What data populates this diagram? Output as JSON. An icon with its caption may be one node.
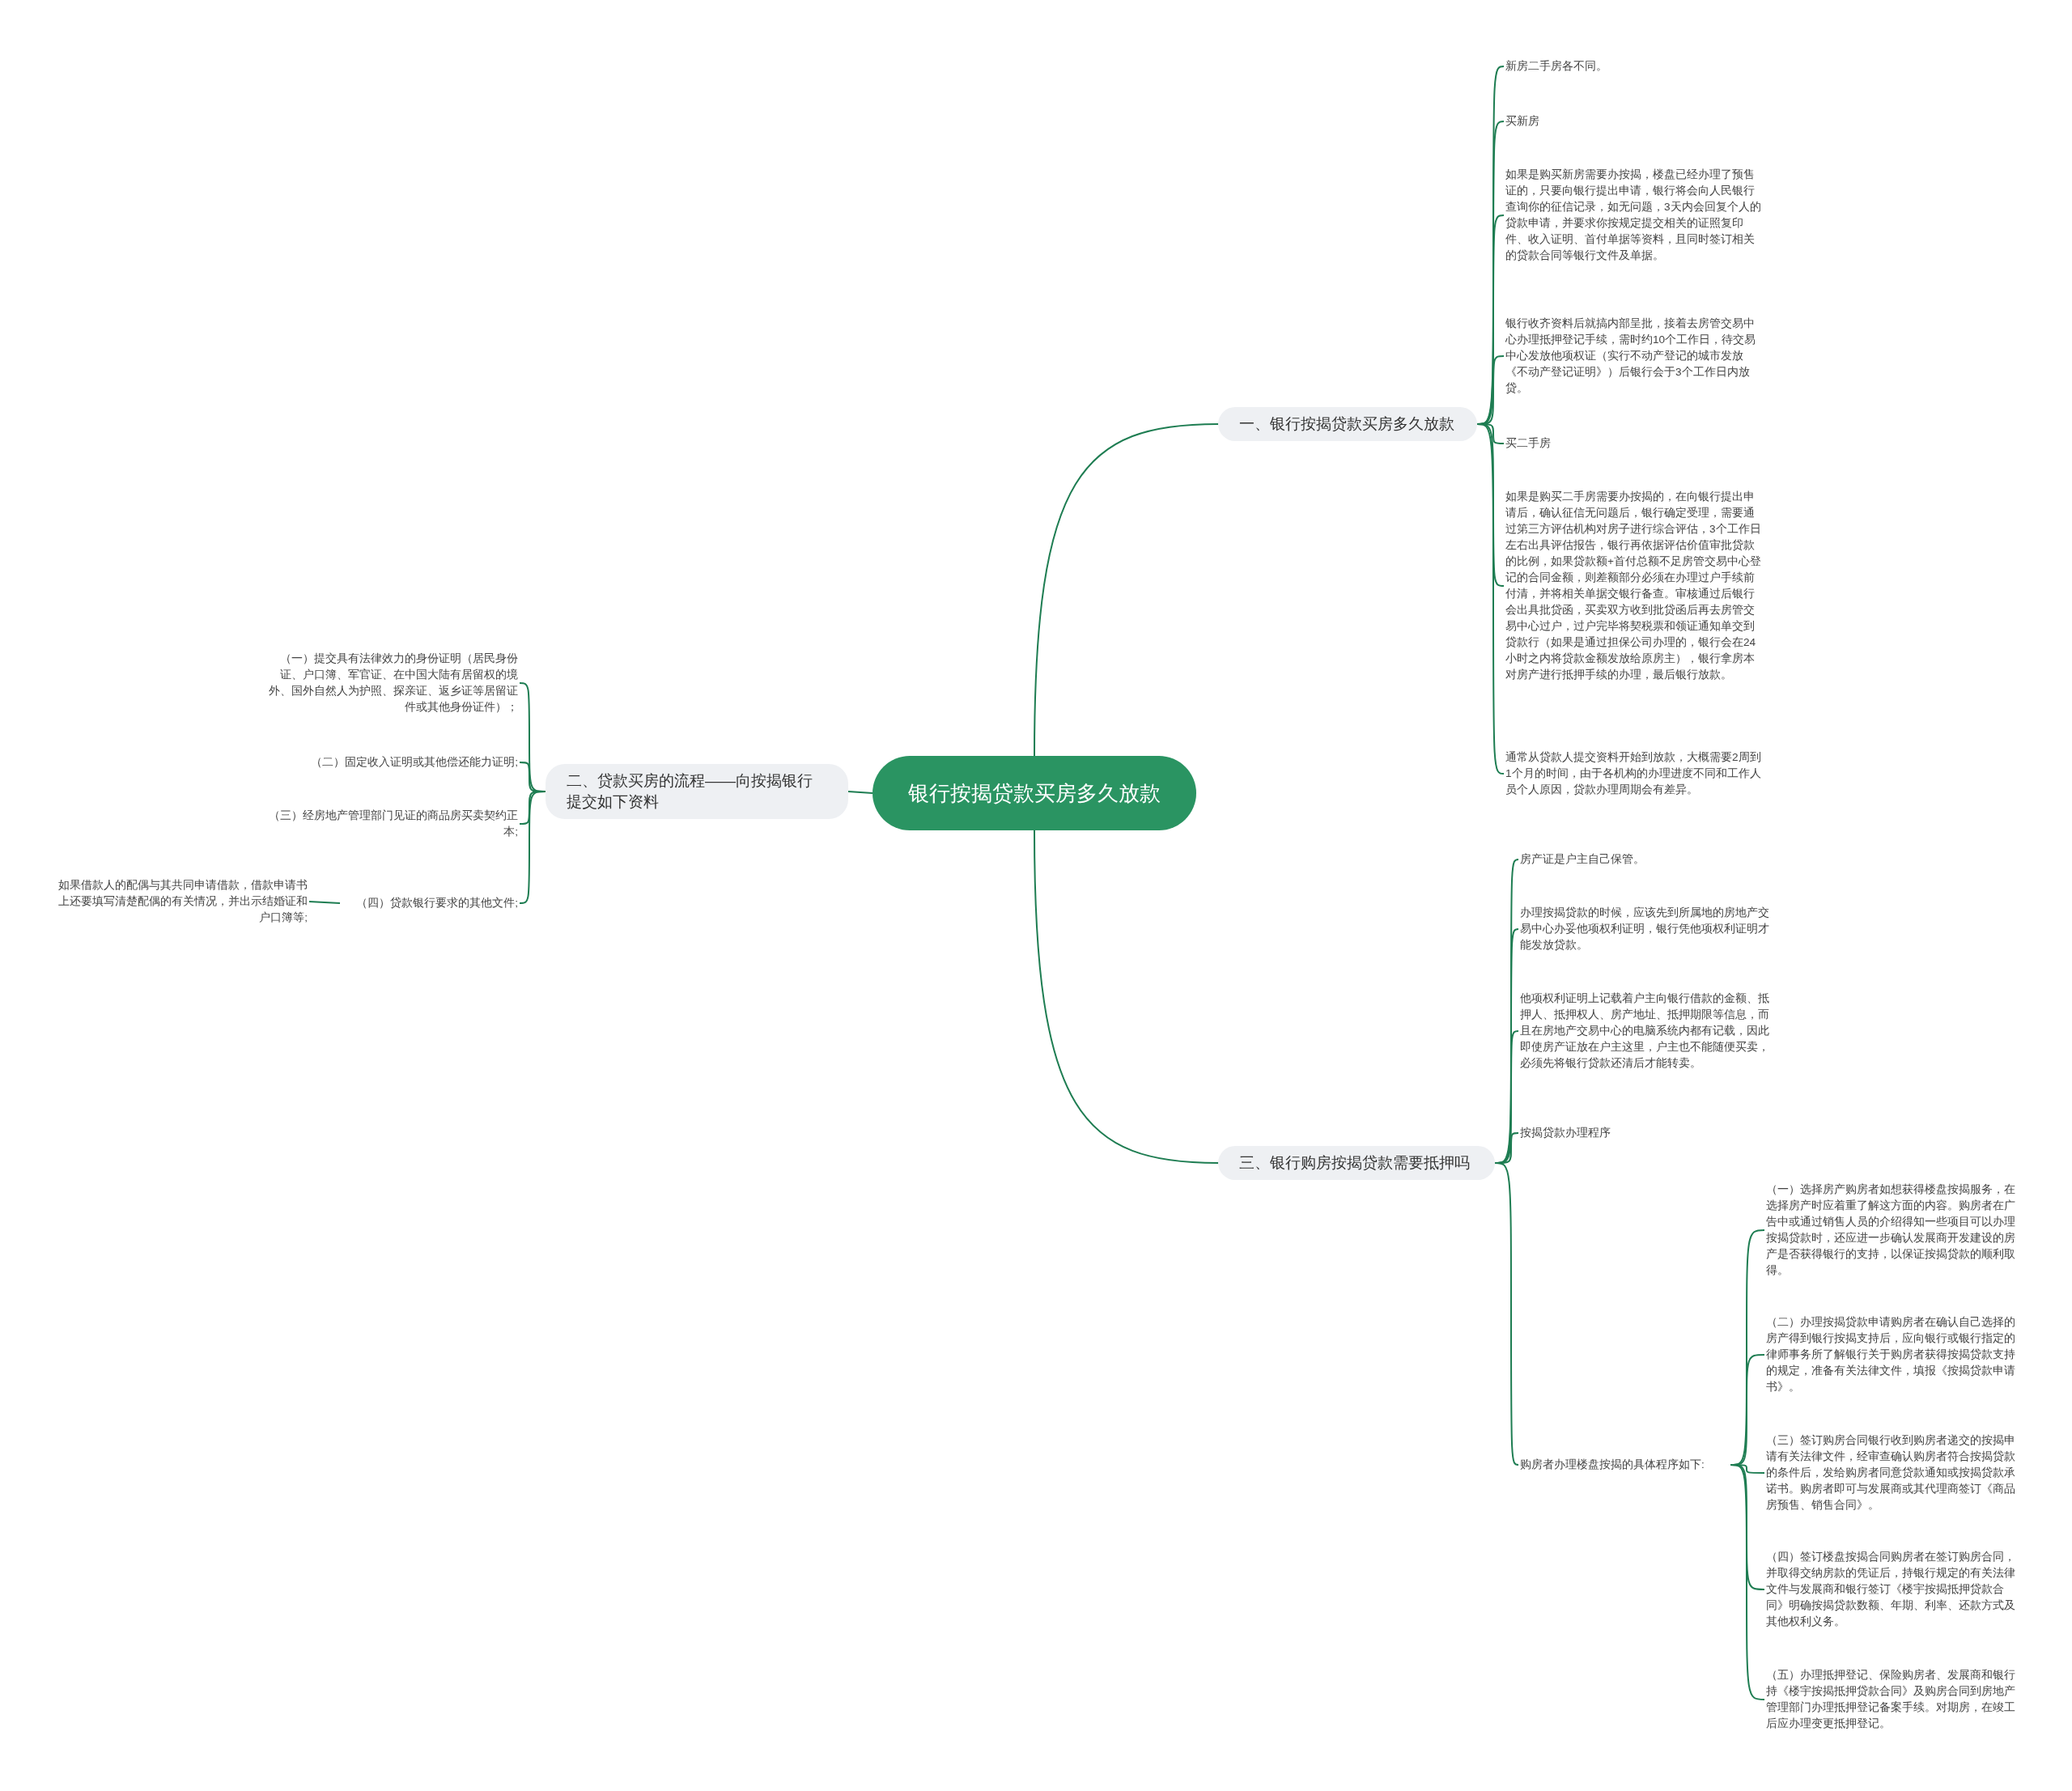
{
  "diagram": {
    "nodes": [
      {
        "text": [
          "银行按揭贷款买房多久放款"
        ]
      },
      {
        "text": [
          "一、银行按揭贷款买房多久放款"
        ]
      },
      {
        "text": [
          "新房二手房各不同。"
        ]
      },
      {
        "text": [
          "买新房"
        ]
      },
      {
        "text": [
          "如果是购买新房需要办按揭，楼盘已经办理了预售证的，只要向银行提出申请，银行将会向人民银行查询你的征信记录，如无问题，3天内会回复个人的贷款申请，并要求你按规定提交相关的证照复印件、收入证明、首付单据等资料，且同时签订相关的贷款合同等银行文件及单据。"
        ]
      },
      {
        "text": [
          "银行收齐资料后就搞内部呈批，接着去房管交易中心办理抵押登记手续，需时约10个工作日，待交易中心发放他项权证（实行不动产登记的城市发放《不动产登记证明》）后银行会于3个工作日内放贷。"
        ]
      },
      {
        "text": [
          "买二手房"
        ]
      },
      {
        "text": [
          "如果是购买二手房需要办按揭的，在向银行提出申请后，确认征信无问题后，银行确定受理，需要通过第三方评估机构对房子进行综合评估，3个工作日左右出具评估报告，银行再依据评估价值审批贷款的比例，如果贷款额+首付总额不足房管交易中心登记的合同金额，则差额部分必须在办理过户手续前付清，并将相关单据交银行备查。审核通过后银行会出具批贷函，买卖双方收到批贷函后再去房管交易中心过户，过户完毕将契税票和领证通知单交到贷款行（如果是通过担保公司办理的，银行会在24小时之内将贷款金额发放给原房主），银行拿房本对房产进行抵押手续的办理，最后银行放款。"
        ]
      },
      {
        "text": [
          "通常从贷款人提交资料开始到放款，大概需要2周到1个月的时间，由于各机构的办理进度不同和工作人员个人原因，贷款办理周期会有差异。"
        ]
      },
      {
        "text": [
          "二、贷款买房的流程——向按揭银行提交如下资料"
        ]
      },
      {
        "text": [
          "（一）提交具有法律效力的身份证明（居民身份证、户口簿、军官证、在中国大陆有居留权的境外、国外自然人为护照、探亲证、返乡证等居留证件或其他身份证件）；"
        ]
      },
      {
        "text": [
          "（二）固定收入证明或其他偿还能力证明;"
        ]
      },
      {
        "text": [
          "（三）经房地产管理部门见证的商品房买卖契约正本;"
        ]
      },
      {
        "text": [
          "（四）贷款银行要求的其他文件;"
        ]
      },
      {
        "text": [
          "如果借款人的配偶与其共同申请借款，借款申请书上还要填写清楚配偶的有关情况，并出示结婚证和户口簿等;"
        ]
      },
      {
        "text": [
          "三、银行购房按揭贷款需要抵押吗"
        ]
      },
      {
        "text": [
          "房产证是户主自己保管。"
        ]
      },
      {
        "text": [
          "办理按揭贷款的时候，应该先到所属地的房地产交易中心办妥他项权利证明，银行凭他项权利证明才能发放贷款。"
        ]
      },
      {
        "text": [
          "他项权利证明上记载着户主向银行借款的金额、抵押人、抵押权人、房产地址、抵押期限等信息，而且在房地产交易中心的电脑系统内都有记载，因此即使房产证放在户主这里，户主也不能随便买卖，必须先将银行贷款还清后才能转卖。"
        ]
      },
      {
        "text": [
          "按揭贷款办理程序"
        ]
      },
      {
        "text": [
          "购房者办理楼盘按揭的具体程序如下:"
        ]
      },
      {
        "text": [
          "（一）选择房产购房者如想获得楼盘按揭服务，在选择房产时应着重了解这方面的内容。购房者在广告中或通过销售人员的介绍得知一些项目可以办理按揭贷款时，还应进一步确认发展商开发建设的房产是否获得银行的支持，以保证按揭贷款的顺利取得。"
        ]
      },
      {
        "text": [
          "（二）办理按揭贷款申请购房者在确认自己选择的房产得到银行按揭支持后，应向银行或银行指定的律师事务所了解银行关于购房者获得按揭贷款支持的规定，准备有关法律文件，填报《按揭贷款申请书》。"
        ]
      },
      {
        "text": [
          "（三）签订购房合同银行收到购房者递交的按揭申请有关法律文件，经审查确认购房者符合按揭贷款的条件后，发给购房者同意贷款通知或按揭贷款承诺书。购房者即可与发展商或其代理商签订《商品房预售、销售合同》。"
        ]
      },
      {
        "text": [
          "（四）签订楼盘按揭合同购房者在签订购房合同，并取得交纳房款的凭证后，持银行规定的有关法律文件与发展商和银行签订《楼宇按揭抵押贷款合同》明确按揭贷款数额、年期、利率、还款方式及其他权利义务。"
        ]
      },
      {
        "text": [
          "（五）办理抵押登记、保险购房者、发展商和银行持《楼宇按揭抵押贷款合同》及购房合同到房地产管理部门办理抵押登记备案手续。对期房，在竣工后应办理变更抵押登记。"
        ]
      }
    ],
    "edges": [
      {
        "from": 0,
        "to": 1,
        "arrow": "none"
      },
      {
        "from": 1,
        "to": 2,
        "arrow": "none"
      },
      {
        "from": 1,
        "to": 3,
        "arrow": "none"
      },
      {
        "from": 1,
        "to": 4,
        "arrow": "none"
      },
      {
        "from": 1,
        "to": 5,
        "arrow": "none"
      },
      {
        "from": 1,
        "to": 6,
        "arrow": "none"
      },
      {
        "from": 1,
        "to": 7,
        "arrow": "none"
      },
      {
        "from": 1,
        "to": 8,
        "arrow": "none"
      },
      {
        "from": 0,
        "to": 9,
        "arrow": "none"
      },
      {
        "from": 9,
        "to": 10,
        "arrow": "none"
      },
      {
        "from": 9,
        "to": 11,
        "arrow": "none"
      },
      {
        "from": 9,
        "to": 12,
        "arrow": "none"
      },
      {
        "from": 9,
        "to": 13,
        "arrow": "none"
      },
      {
        "from": 13,
        "to": 14,
        "arrow": "none"
      },
      {
        "from": 0,
        "to": 15,
        "arrow": "none"
      },
      {
        "from": 15,
        "to": 16,
        "arrow": "none"
      },
      {
        "from": 15,
        "to": 17,
        "arrow": "none"
      },
      {
        "from": 15,
        "to": 18,
        "arrow": "none"
      },
      {
        "from": 15,
        "to": 19,
        "arrow": "none"
      },
      {
        "from": 15,
        "to": 20,
        "arrow": "none"
      },
      {
        "from": 20,
        "to": 21,
        "arrow": "none"
      },
      {
        "from": 20,
        "to": 22,
        "arrow": "none"
      },
      {
        "from": 20,
        "to": 23,
        "arrow": "none"
      },
      {
        "from": 20,
        "to": 24,
        "arrow": "none"
      },
      {
        "from": 20,
        "to": 25,
        "arrow": "none"
      }
    ]
  }
}
